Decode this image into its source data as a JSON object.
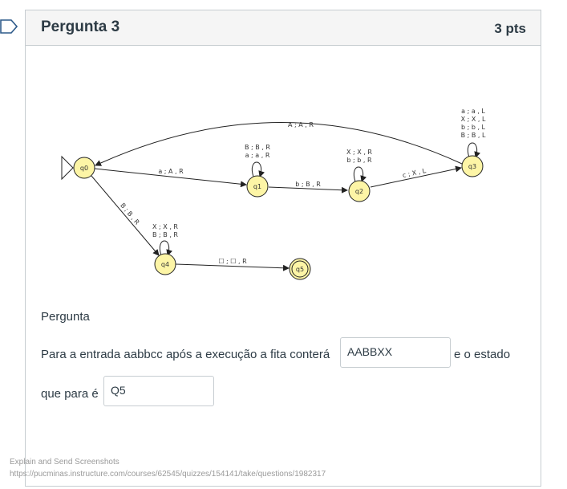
{
  "question": {
    "title": "Pergunta 3",
    "points": "3 pts",
    "section_label": "Pergunta",
    "text_part1": "Para a entrada aabbcc após a execução a fita conterá",
    "answer1": "AABBXX",
    "text_part2": "e o estado",
    "text_part3": "que para é",
    "answer2": "Q5"
  },
  "diagram": {
    "states": [
      "q0",
      "q1",
      "q2",
      "q3",
      "q4",
      "q5"
    ],
    "transitions": {
      "q0_q1": "a ; A , R",
      "q1_loop_1": "B ; B , R",
      "q1_loop_2": "a ; a , R",
      "q1_q2": "b ; B , R",
      "q2_loop_1": "X ; X , R",
      "q2_loop_2": "b ; b , R",
      "q2_q3": "c ; X , L",
      "q3_loop_1": "a ; a , L",
      "q3_loop_2": "X ; X , L",
      "q3_loop_3": "b ; b , L",
      "q3_loop_4": "B ; B , L",
      "q3_q0": "A ; A , R",
      "q0_q4": "B ; B , R",
      "q4_loop_1": "X ; X , R",
      "q4_loop_2": "B ; B , R",
      "q4_q5": "☐ ; ☐ , R"
    }
  },
  "footer": {
    "hint": "Explain and Send Screenshots",
    "url": "https://pucminas.instructure.com/courses/62545/quizzes/154141/take/questions/1982317"
  },
  "colors": {
    "state_fill": "#fdf5a6",
    "header_bg": "#f5f5f5",
    "border": "#c7cdd1",
    "text": "#2d3b45"
  }
}
